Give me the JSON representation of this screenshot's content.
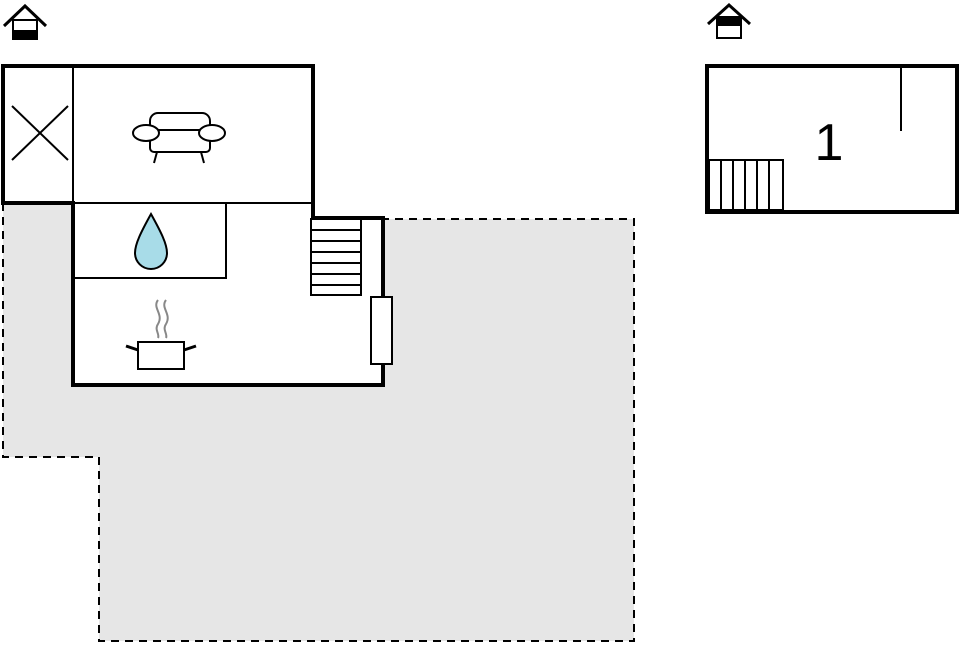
{
  "floors": [
    {
      "name": "ground",
      "icon": "house-ground-floor-icon"
    },
    {
      "name": "upper",
      "icon": "house-upper-floor-icon",
      "room_label": "1"
    }
  ],
  "rooms": {
    "storage": {
      "icon": "cross-icon"
    },
    "living": {
      "icon": "sofa-icon"
    },
    "bathroom": {
      "icon": "water-drop-icon",
      "color": "#a8dce8"
    },
    "kitchen": {
      "icon": "cooking-pot-icon"
    },
    "terrace": {
      "color": "#e6e6e6"
    }
  }
}
